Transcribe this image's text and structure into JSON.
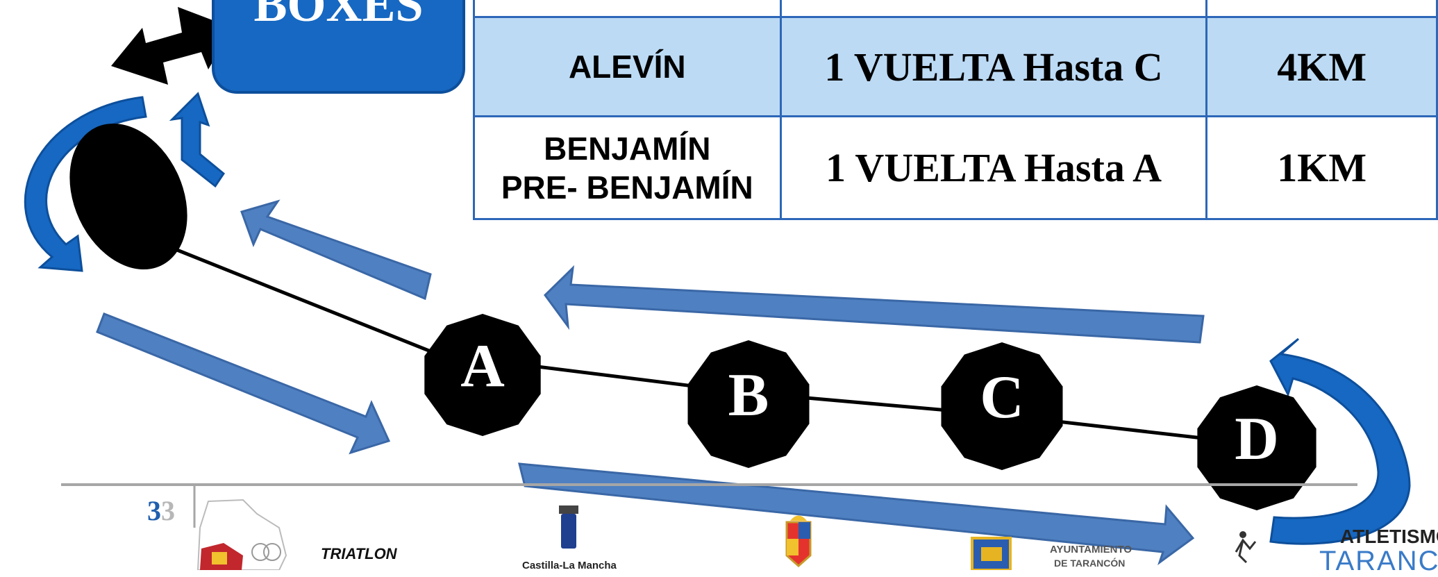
{
  "boxes_label": "BOXES",
  "checkpoints": [
    "A",
    "B",
    "C",
    "D"
  ],
  "table": {
    "rows": [
      {
        "category": "ALEVÍN",
        "laps": "1 VUELTA Hasta C",
        "distance": "4KM"
      },
      {
        "category_lines": [
          "BENJAMÍN",
          "PRE- BENJAMÍN"
        ],
        "laps": "1 VUELTA Hasta A",
        "distance": "1KM"
      }
    ]
  },
  "footer": {
    "page_number": "3",
    "page_number_ghost": "3",
    "logos": [
      {
        "name": "castilla-la-mancha-map-logo",
        "text": ""
      },
      {
        "name": "triatlon-logo",
        "text": "TRIATLON"
      },
      {
        "name": "castilla-la-mancha-logo",
        "text": "Castilla-La Mancha"
      },
      {
        "name": "municipal-crest-logo",
        "text": ""
      },
      {
        "name": "ayuntamiento-logo",
        "text": "AYUNTAMIENTO"
      },
      {
        "name": "ayuntamiento-logo-line2",
        "text": "DE TARANCÓN"
      },
      {
        "name": "atletismo-logo",
        "text": "ATLETISMO"
      },
      {
        "name": "atletismo-logo-line2",
        "text": "TARANCÓN"
      }
    ]
  },
  "colors": {
    "arrow_fill": "#4f80c1",
    "arrow_stroke": "#3a67a6",
    "curved_arrow": "#1668c2",
    "table_header_row": "#bcdaf4",
    "table_border": "#2c67b8",
    "marker": "#000000"
  }
}
